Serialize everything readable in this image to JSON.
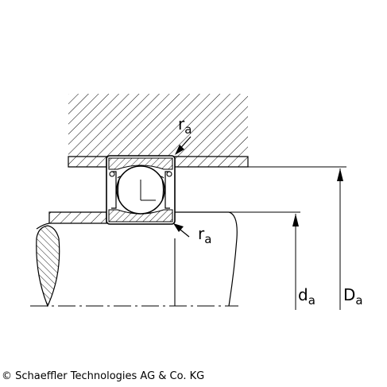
{
  "labels": {
    "ra_top": {
      "main": "r",
      "sub": "a"
    },
    "ra_bottom": {
      "main": "r",
      "sub": "a"
    },
    "da": {
      "main": "d",
      "sub": "a"
    },
    "Da": {
      "main": "D",
      "sub": "a"
    }
  },
  "copyright": "© Schaeffler Technologies AG & Co. KG"
}
